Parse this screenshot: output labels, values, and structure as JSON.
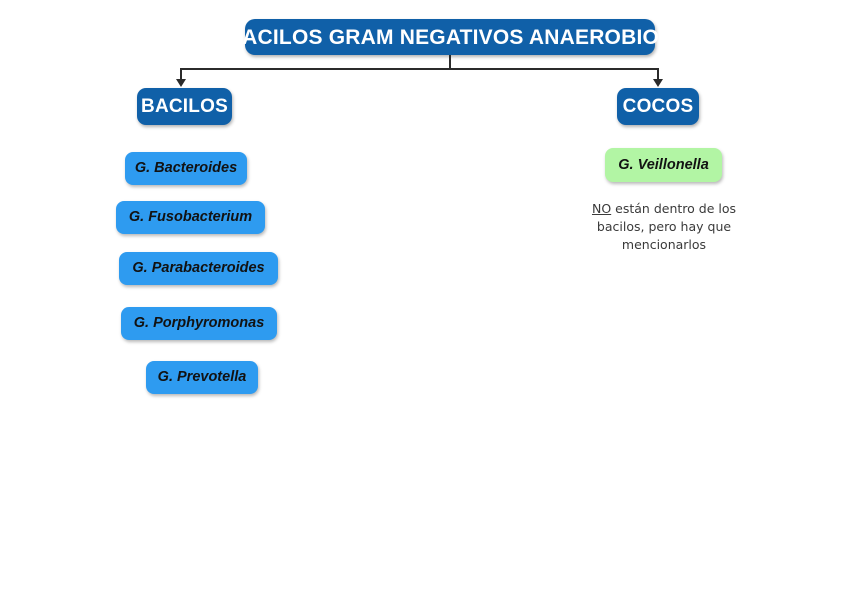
{
  "diagram": {
    "title": "BACILOS GRAM NEGATIVOS ANAEROBIOS",
    "branches": {
      "left": {
        "label": "BACILOS"
      },
      "right": {
        "label": "COCOS"
      }
    },
    "bacilos_genera": [
      {
        "label": "G. Bacteroides"
      },
      {
        "label": "G. Fusobacterium"
      },
      {
        "label": "G. Parabacteroides"
      },
      {
        "label": "G. Porphyromonas"
      },
      {
        "label": "G. Prevotella"
      }
    ],
    "cocos_genera": [
      {
        "label": "G. Veillonella"
      }
    ],
    "note": {
      "emphasis": "NO",
      "rest": " están dentro de los bacilos, pero hay que mencionarlos"
    },
    "colors": {
      "header_blue": "#1060A8",
      "genus_blue": "#2E9BF0",
      "coccus_green": "#B2F5A4",
      "connector": "#2b2b2b",
      "background": "#ffffff",
      "header_text": "#ffffff",
      "genus_text": "#121212",
      "note_text": "#3a3a3a"
    }
  }
}
